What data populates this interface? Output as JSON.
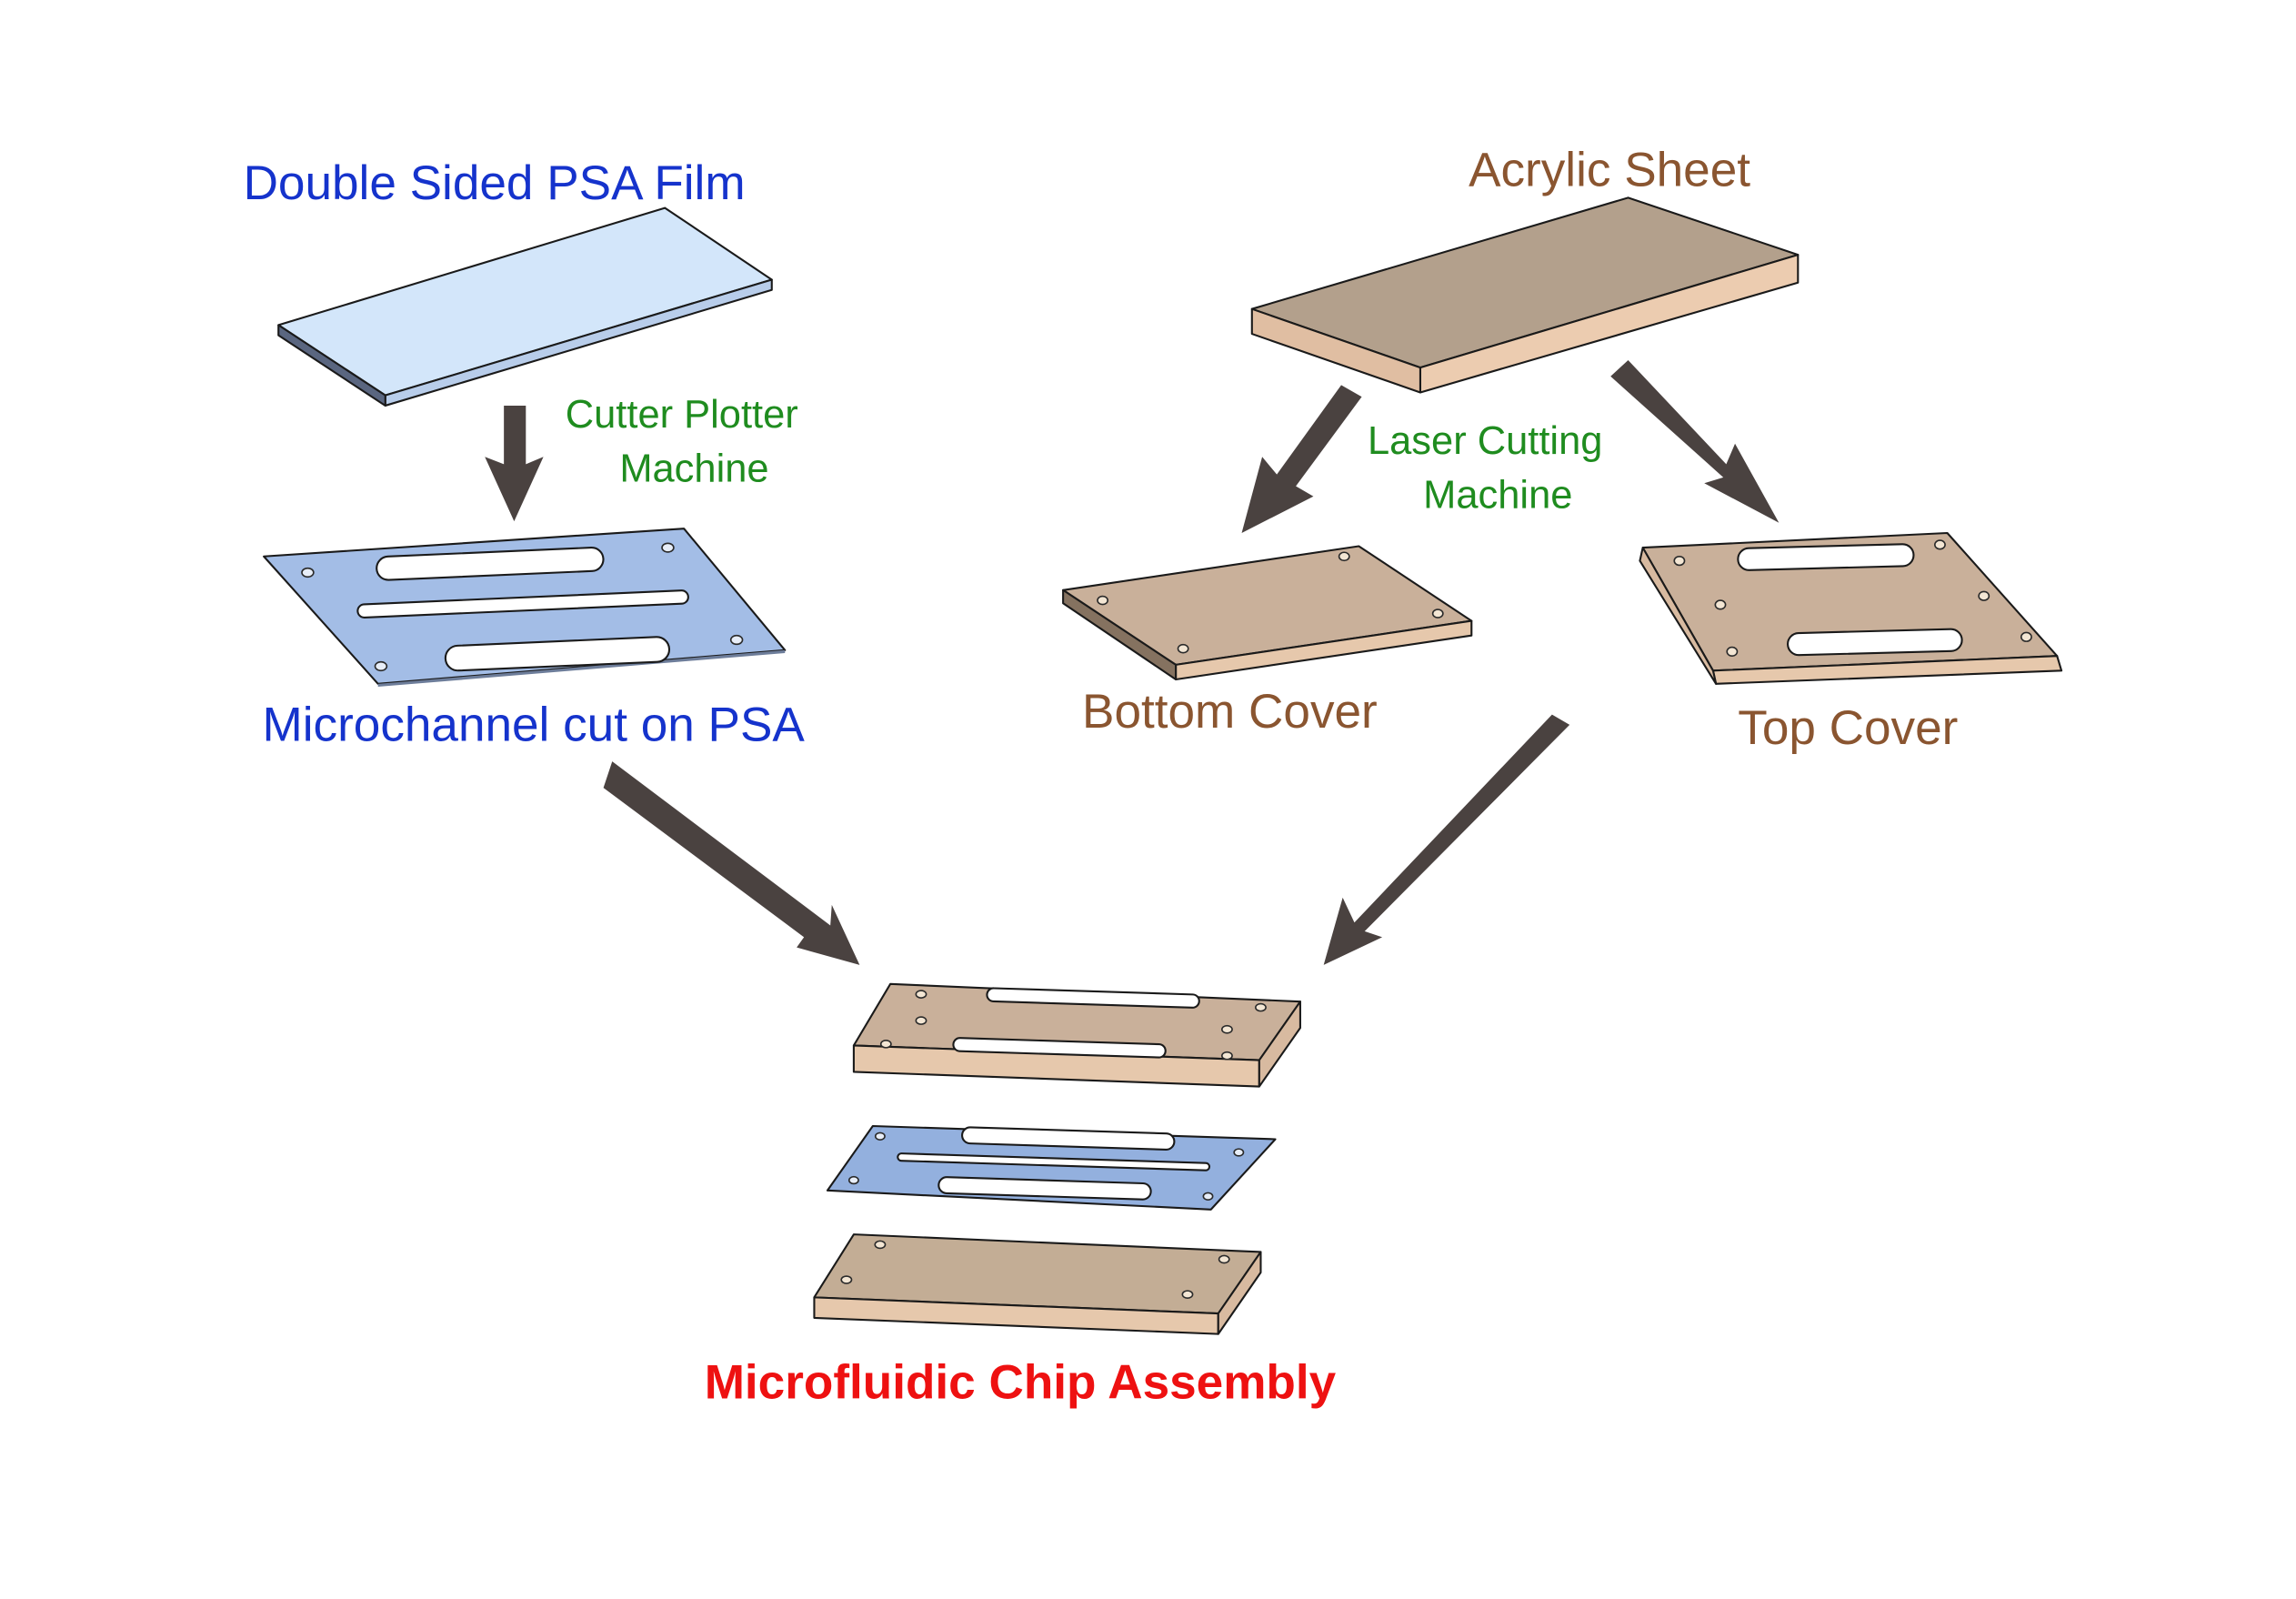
{
  "title": "Microfluidic chip fabrication process",
  "labels": {
    "psa_film": "Double Sided PSA Film",
    "cutter_line1": "Cutter Plotter",
    "cutter_line2": "Machine",
    "psa_cut": "Microchannel cut on PSA",
    "acrylic": "Acrylic Sheet",
    "laser_line1": "Laser Cutting",
    "laser_line2": "Machine",
    "bottom_cover": "Bottom Cover",
    "top_cover": "Top Cover",
    "assembly": "Microfluidic Chip Assembly"
  },
  "colors": {
    "psa_label": "#1533cc",
    "machine_label": "#1f8c1f",
    "acrylic_label": "#8a5530",
    "assembly_label": "#ee1111",
    "arrow": "#4a4240",
    "psa_film_top": "#d3e6fa",
    "psa_film_side": "#b8cdea",
    "psa_film_dark": "#5a6680",
    "psa_cut_top": "#a3bde6",
    "acrylic_top": "#b3a08c",
    "acrylic_side": "#ecccb0",
    "cover_top": "#c9b09a",
    "cover_side": "#e6c8ac"
  },
  "flow": [
    {
      "from": "psa_film",
      "to": "psa_cut",
      "process": "Cutter Plotter Machine"
    },
    {
      "from": "acrylic",
      "to": "bottom_cover",
      "process": "Laser Cutting Machine"
    },
    {
      "from": "acrylic",
      "to": "top_cover",
      "process": "Laser Cutting Machine"
    },
    {
      "from": "psa_cut",
      "to": "assembly"
    },
    {
      "from": "bottom_cover",
      "to": "assembly"
    },
    {
      "from": "top_cover",
      "to": "assembly"
    }
  ]
}
